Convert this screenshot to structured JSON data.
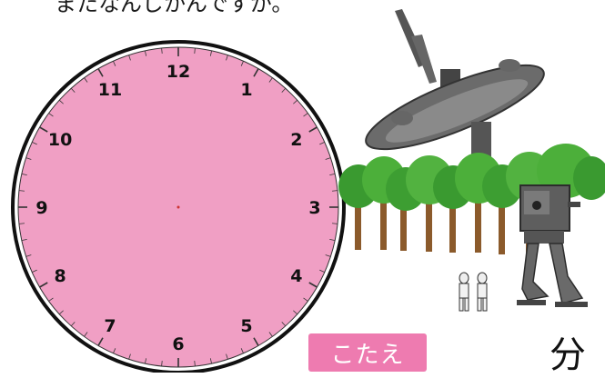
{
  "question": {
    "text": "またなんじかんですか。"
  },
  "clock": {
    "face_color": "#f09fc4",
    "rim_color": "#111111",
    "numbers": [
      "12",
      "1",
      "2",
      "3",
      "4",
      "5",
      "6",
      "7",
      "8",
      "9",
      "10",
      "11"
    ]
  },
  "answer_button": {
    "label": "こたえ",
    "color": "#ee7bb0"
  },
  "unit_label": "分"
}
